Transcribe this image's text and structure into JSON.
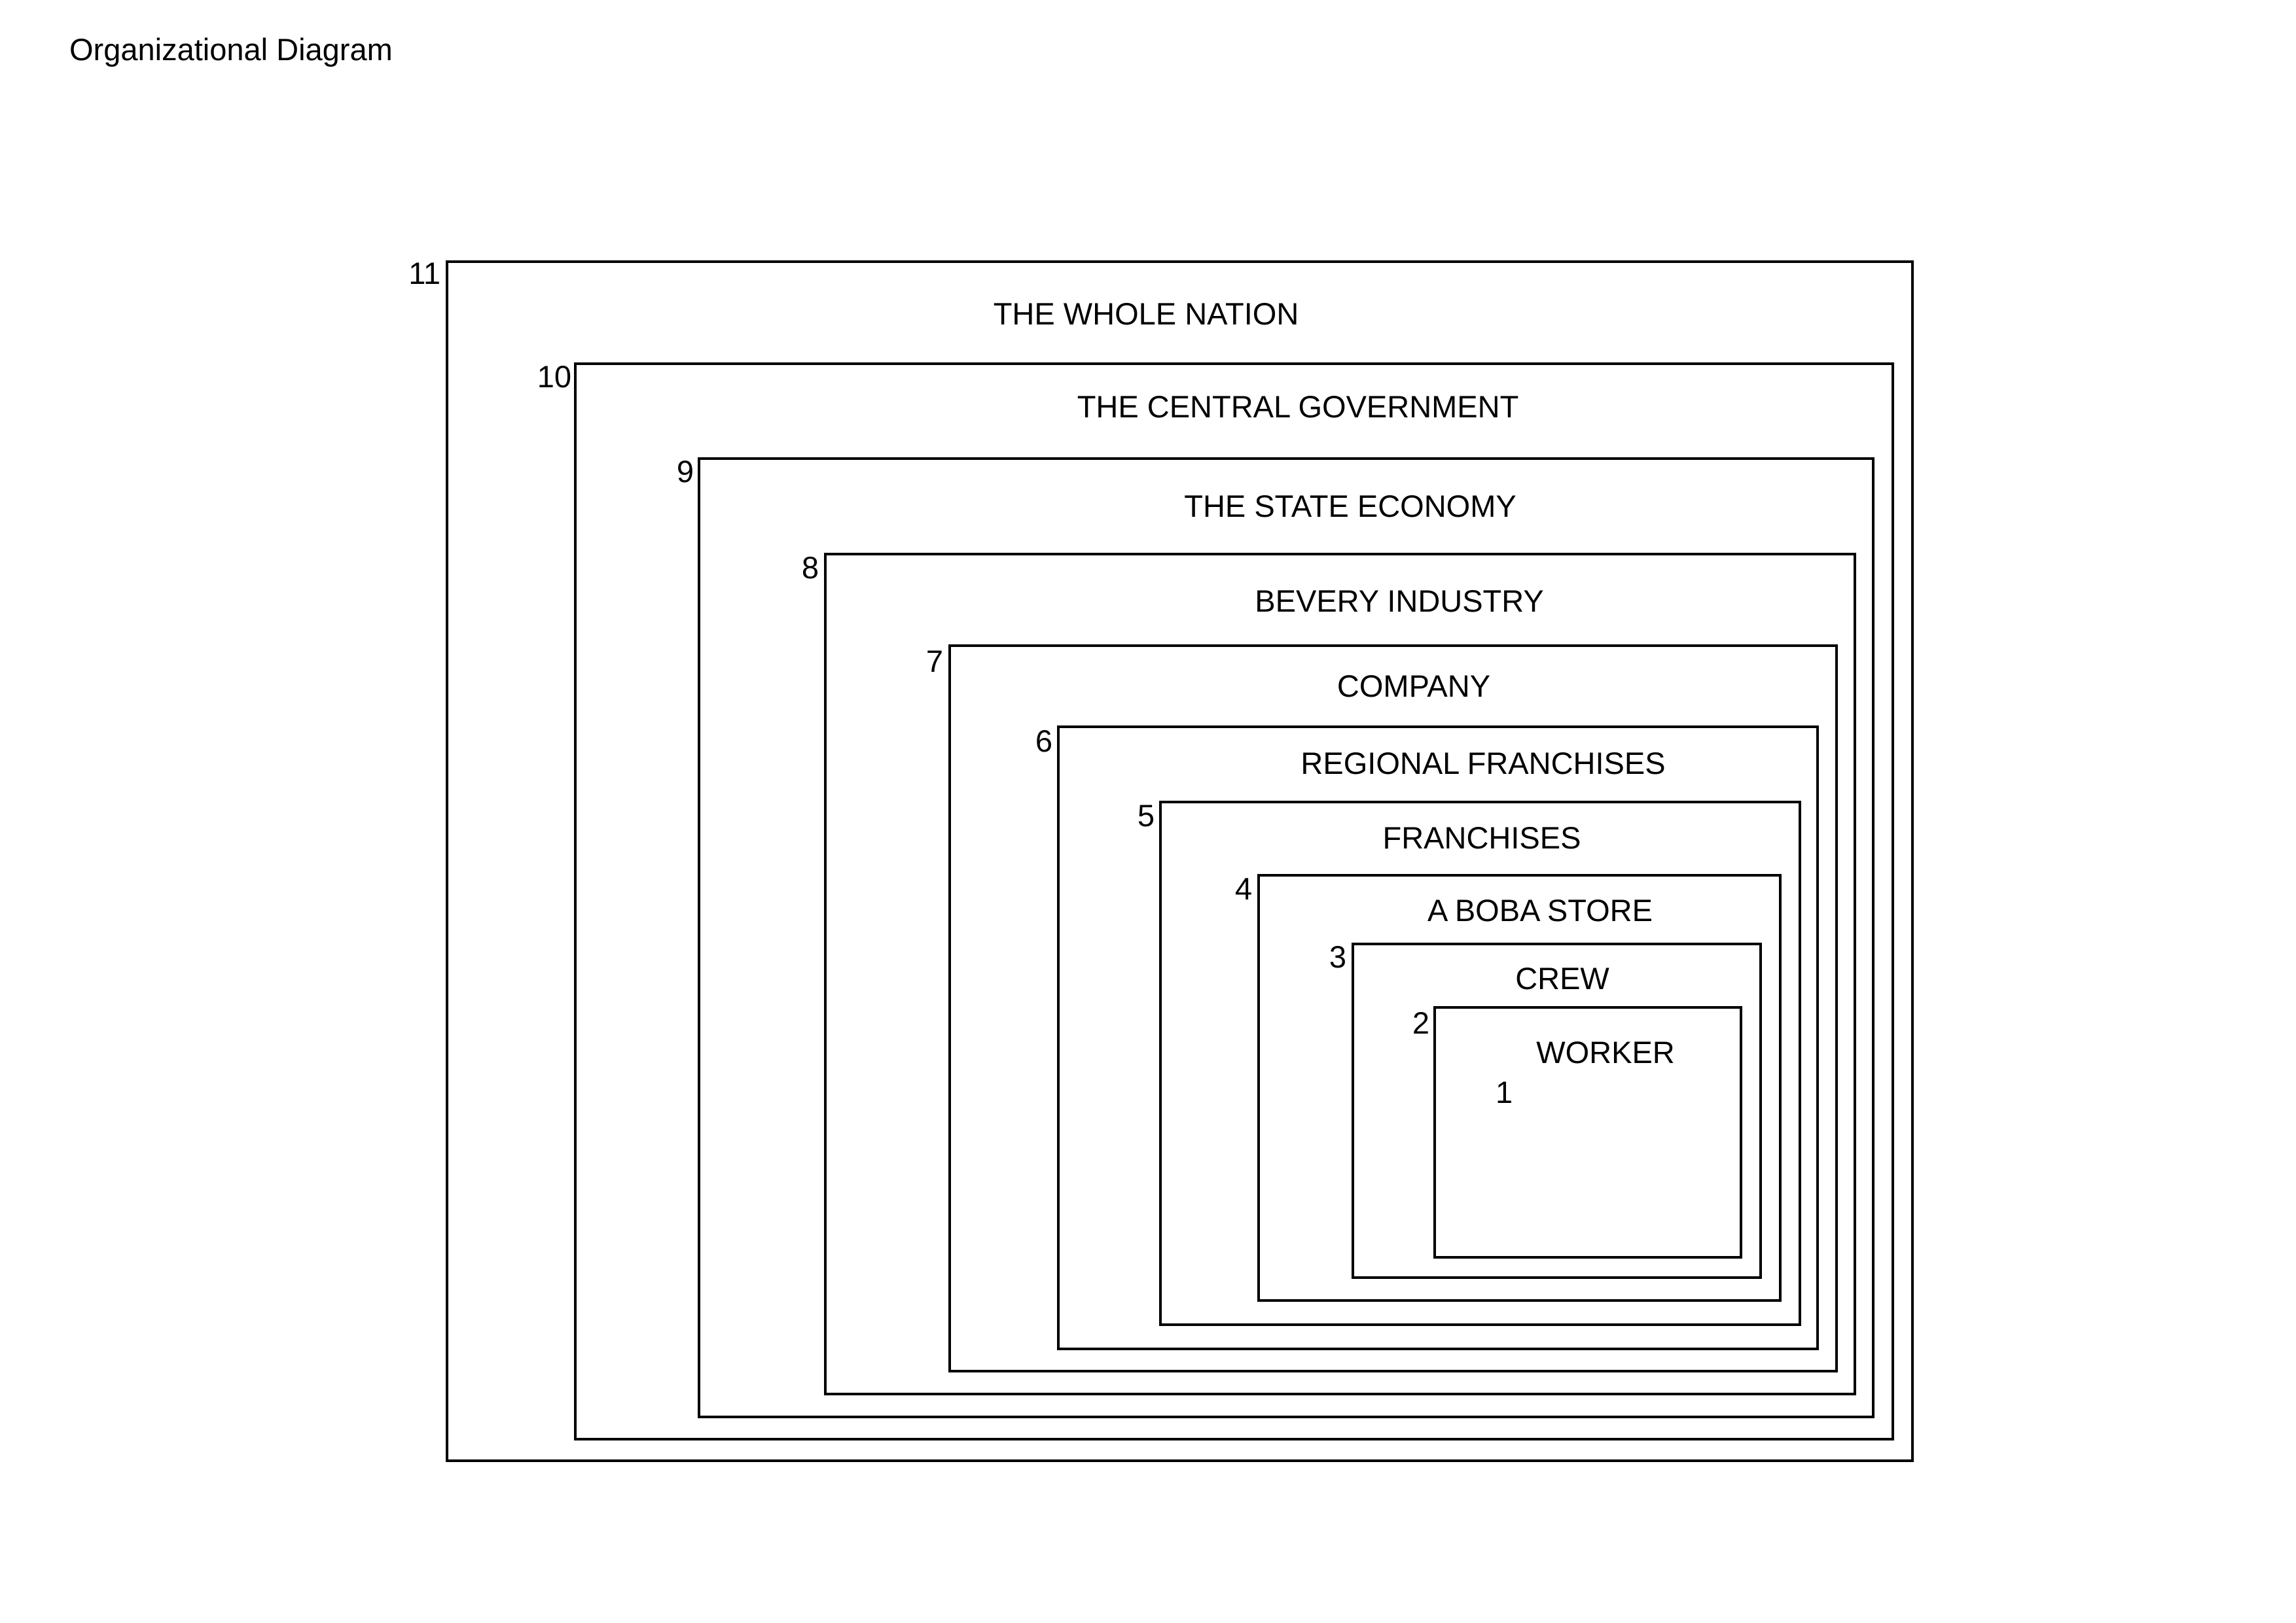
{
  "page": {
    "title": "Organizational Diagram"
  },
  "diagram": {
    "levels": [
      {
        "number": "11",
        "label": "THE WHOLE NATION"
      },
      {
        "number": "10",
        "label": "THE CENTRAL GOVERNMENT"
      },
      {
        "number": "9",
        "label": "THE STATE ECONOMY"
      },
      {
        "number": "8",
        "label": "BEVERY INDUSTRY"
      },
      {
        "number": "7",
        "label": "COMPANY"
      },
      {
        "number": "6",
        "label": "REGIONAL FRANCHISES"
      },
      {
        "number": "5",
        "label": "FRANCHISES"
      },
      {
        "number": "4",
        "label": "A BOBA STORE"
      },
      {
        "number": "3",
        "label": "CREW"
      },
      {
        "number": "2",
        "label": "WORKER"
      }
    ],
    "innermost_number": "1"
  }
}
